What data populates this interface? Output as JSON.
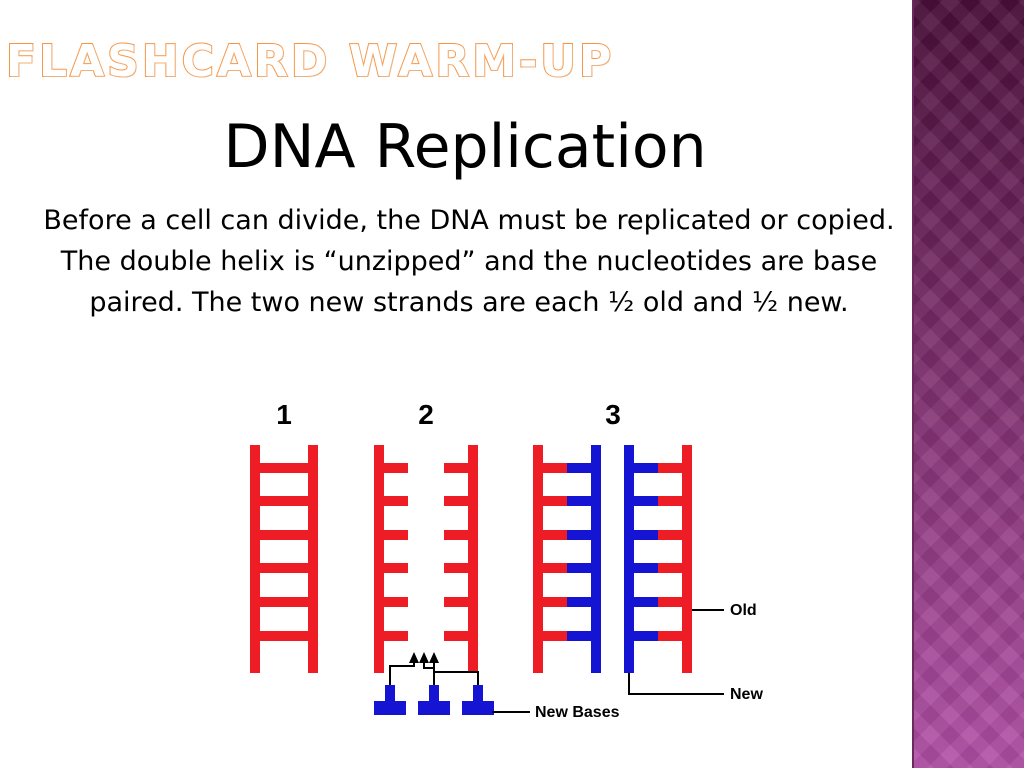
{
  "slide": {
    "kicker": "FLASHCARD WARM-UP",
    "title": "DNA Replication",
    "body": "Before a cell can divide, the DNA must be replicated or copied. The double helix is “unzipped” and the nucleotides are base paired. The two new strands are each ½ old and ½ new."
  },
  "diagram": {
    "step_labels": [
      "1",
      "2",
      "3"
    ],
    "labels": {
      "old": "Old",
      "new": "New",
      "new_bases": "New Bases"
    }
  },
  "colors": {
    "old_strand": "#ee1c25",
    "new_strand": "#1414d2",
    "accent": "#f79646",
    "side_band": "#7a2d6a"
  }
}
